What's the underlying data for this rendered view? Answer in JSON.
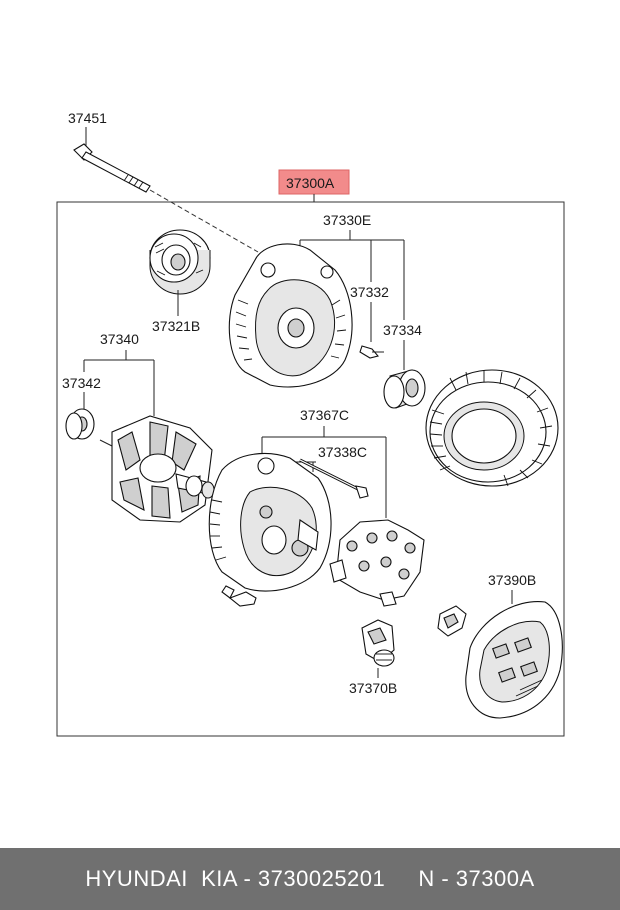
{
  "diagram": {
    "labels": {
      "p37451": "37451",
      "p37300A": "37300A",
      "p37330E": "37330E",
      "p37321B": "37321B",
      "p37332": "37332",
      "p37334": "37334",
      "p37340": "37340",
      "p37342": "37342",
      "p37367C": "37367C",
      "p37338C": "37338C",
      "p37390B": "37390B",
      "p37370B": "37370B"
    },
    "highlight_color": "#f28b8b"
  },
  "footer": {
    "text": "HYUNDAI  KIA - 3730025201     N - 37300A"
  }
}
